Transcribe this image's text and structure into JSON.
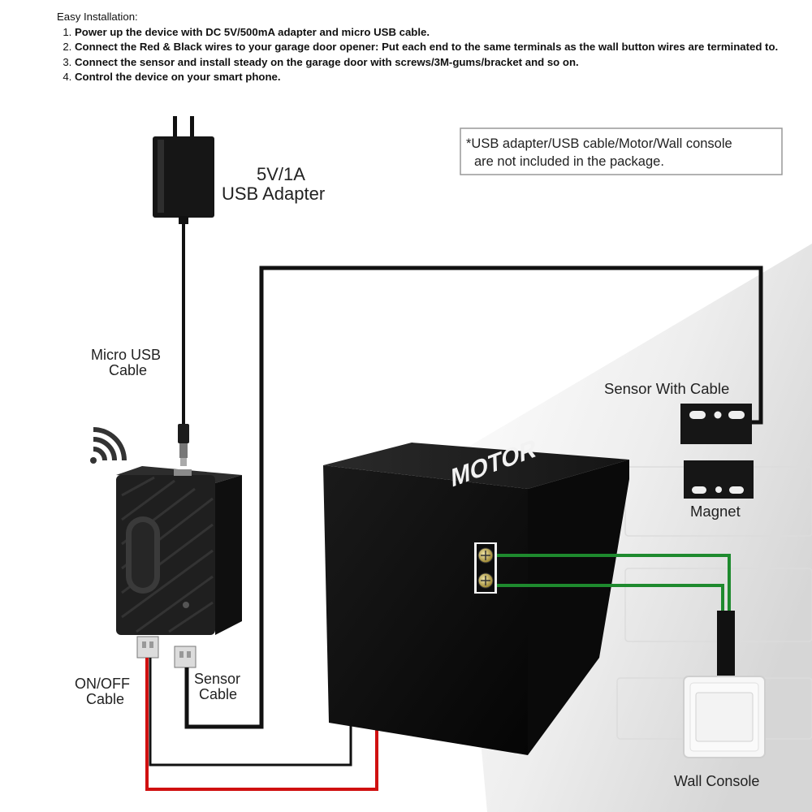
{
  "instructions": {
    "heading": "Easy Installation:",
    "steps": [
      "Power up the device with DC 5V/500mA adapter and micro USB cable.",
      "Connect the Red & Black wires to your garage door opener: Put each end to the same terminals as the wall button wires are terminated to.",
      "Connect the sensor and install steady on the garage door with screws/3M-gums/bracket and so on.",
      "Control the device on your smart phone."
    ]
  },
  "notice": {
    "line1": "*USB adapter/USB cable/Motor/Wall console",
    "line2": "are not included in the package."
  },
  "labels": {
    "adapter_line1": "5V/1A",
    "adapter_line2": "USB Adapter",
    "micro_usb_line1": "Micro USB",
    "micro_usb_line2": "Cable",
    "sensor_with_cable": "Sensor With Cable",
    "magnet": "Magnet",
    "motor": "MOTOR",
    "onoff_line1": "ON/OFF",
    "onoff_line2": "Cable",
    "sensor_cable_line1": "Sensor",
    "sensor_cable_line2": "Cable",
    "wall_console": "Wall  Console"
  },
  "icons": [
    "wifi-icon",
    "usb-adapter-icon",
    "garage-controller-icon",
    "sensor-icon",
    "magnet-icon",
    "motor-icon",
    "wall-switch-icon"
  ],
  "colors": {
    "red_wire": "#d01010",
    "green_wire": "#1e8a2e",
    "black_wire": "#111111",
    "device_body": "#1d1d1d",
    "terminal": "#c9b45a"
  }
}
